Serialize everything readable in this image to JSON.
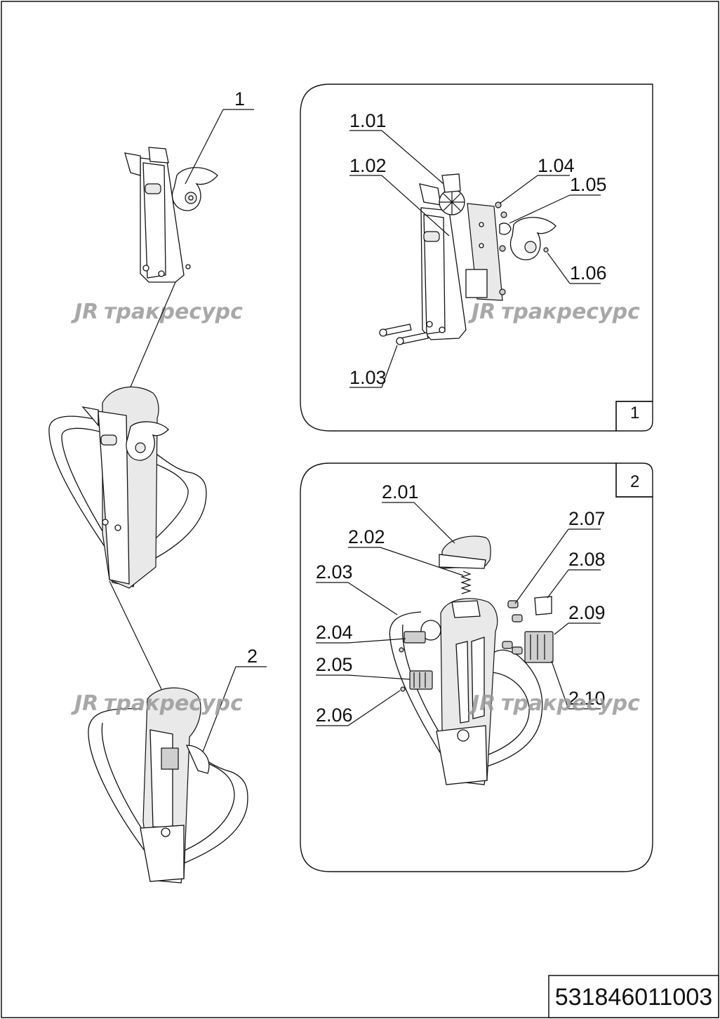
{
  "drawing": {
    "number": "531846011003",
    "watermark": "тракресурс",
    "assembly_labels": [
      "1",
      "2"
    ],
    "panels": [
      {
        "id": "1",
        "label": "1",
        "callouts": [
          "1.01",
          "1.02",
          "1.03",
          "1.04",
          "1.05",
          "1.06"
        ]
      },
      {
        "id": "2",
        "label": "2",
        "callouts": [
          "2.01",
          "2.02",
          "2.03",
          "2.04",
          "2.05",
          "2.06",
          "2.07",
          "2.08",
          "2.09",
          "2.10"
        ]
      }
    ]
  }
}
